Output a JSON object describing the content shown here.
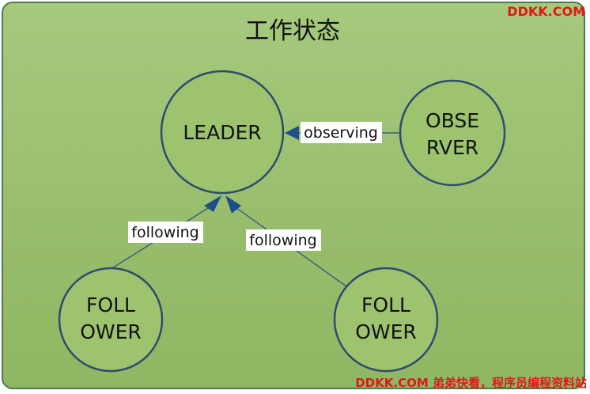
{
  "diagram": {
    "title": "工作状态",
    "nodes": {
      "leader": {
        "lines": [
          "LEADER"
        ]
      },
      "observer": {
        "lines": [
          "OBSE",
          "RVER"
        ]
      },
      "follower_left": {
        "lines": [
          "FOLL",
          "OWER"
        ]
      },
      "follower_right": {
        "lines": [
          "FOLL",
          "OWER"
        ]
      }
    },
    "edges": {
      "observing": {
        "label": "observing"
      },
      "following_left": {
        "label": "following"
      },
      "following_right": {
        "label": "following"
      }
    }
  },
  "watermarks": {
    "top": "DDKK.COM",
    "bottom": "DDKK.COM 弟弟快看，程序员编程资料站"
  },
  "colors": {
    "background": "#9dc36f",
    "node_stroke": "#2f4b6e",
    "arrow": "#1f4f8a",
    "watermark": "#e01818"
  }
}
